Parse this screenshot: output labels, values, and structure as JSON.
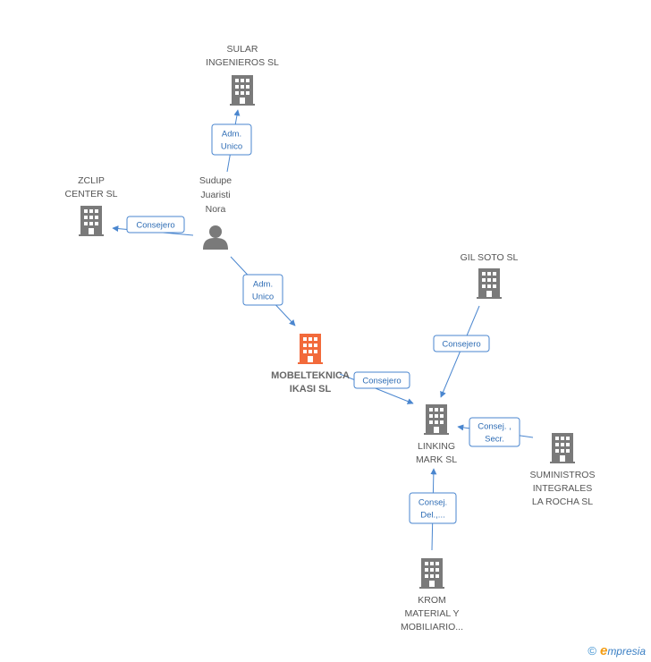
{
  "colors": {
    "main_node": "#f26a3b",
    "node": "#7a7a7a",
    "edge": "#4a86cf",
    "badge_text": "#2f6db5"
  },
  "nodes": [
    {
      "id": "sular",
      "type": "company",
      "lines": [
        "SULAR",
        "INGENIEROS SL"
      ]
    },
    {
      "id": "sudupe",
      "type": "person",
      "lines": [
        "Sudupe",
        "Juaristi",
        "Nora"
      ]
    },
    {
      "id": "zclip",
      "type": "company",
      "lines": [
        "ZCLIP",
        "CENTER SL"
      ]
    },
    {
      "id": "mobelteknica",
      "type": "company",
      "main": true,
      "lines": [
        "MOBELTEKNICA",
        "IKASI SL"
      ]
    },
    {
      "id": "gilsoto",
      "type": "company",
      "lines": [
        "GIL SOTO SL"
      ]
    },
    {
      "id": "linking",
      "type": "company",
      "lines": [
        "LINKING",
        "MARK SL"
      ]
    },
    {
      "id": "suministros",
      "type": "company",
      "lines": [
        "SUMINISTROS",
        "INTEGRALES",
        "LA ROCHA SL"
      ]
    },
    {
      "id": "krom",
      "type": "company",
      "lines": [
        "KROM",
        "MATERIAL Y",
        "MOBILIARIO..."
      ]
    }
  ],
  "edges": [
    {
      "from": "sudupe",
      "to": "sular",
      "label": [
        "Adm.",
        "Unico"
      ]
    },
    {
      "from": "sudupe",
      "to": "zclip",
      "label": [
        "Consejero"
      ]
    },
    {
      "from": "sudupe",
      "to": "mobelteknica",
      "label": [
        "Adm.",
        "Unico"
      ]
    },
    {
      "from": "mobelteknica",
      "to": "linking",
      "label": [
        "Consejero"
      ]
    },
    {
      "from": "gilsoto",
      "to": "linking",
      "label": [
        "Consejero"
      ]
    },
    {
      "from": "suministros",
      "to": "linking",
      "label": [
        "Consej. ,",
        "Secr."
      ]
    },
    {
      "from": "krom",
      "to": "linking",
      "label": [
        "Consej.",
        "Del.,..."
      ]
    }
  ],
  "footer": {
    "copyright": "©",
    "brand_initial": "e",
    "brand_rest": "mpresia"
  }
}
